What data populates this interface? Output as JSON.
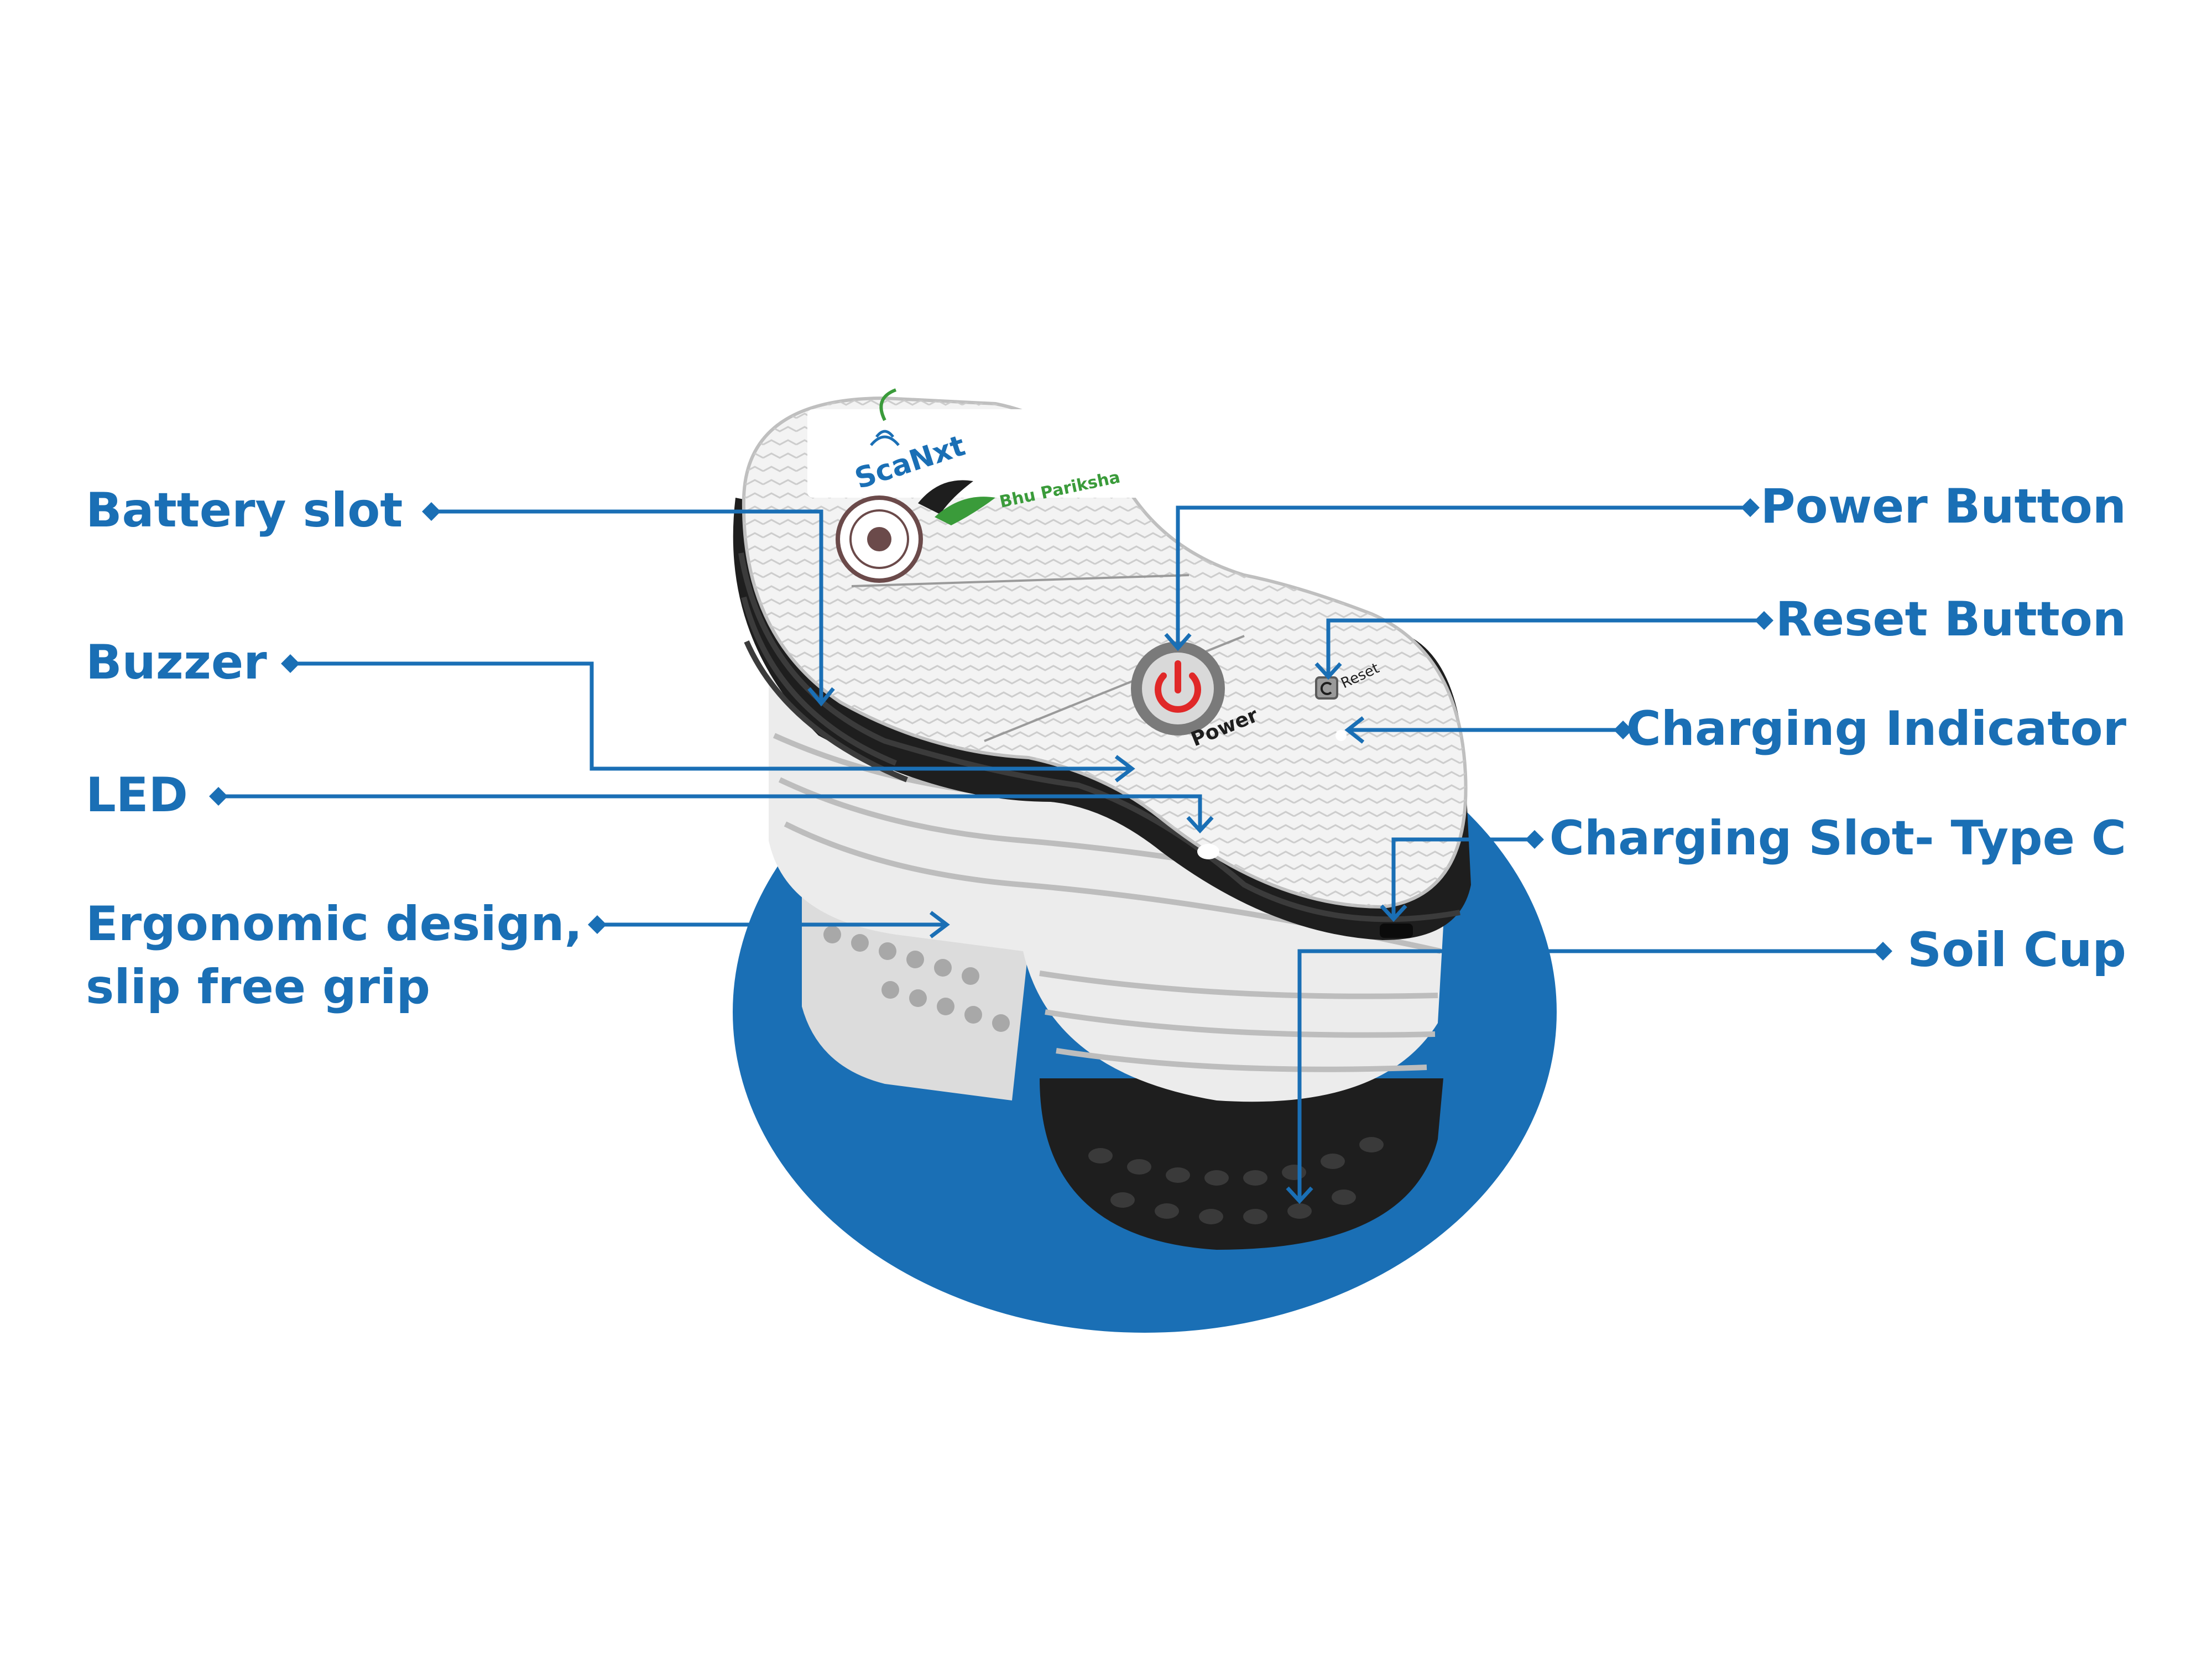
{
  "colors": {
    "accent": "#1a6fb5",
    "base_disc": "#1a6fb5",
    "device_black": "#1e1e1e",
    "device_white": "#ececec",
    "panel": "#f2f2f2",
    "power_red": "#e02828"
  },
  "device": {
    "brand_logo": "ScaNxt",
    "product_logo": "Bhu Pariksha",
    "power_label": "Power",
    "reset_label": "Reset",
    "power_icon": "power-icon",
    "reset_icon": "reset-icon"
  },
  "callouts": {
    "left": [
      {
        "label": "Battery slot"
      },
      {
        "label": "Buzzer"
      },
      {
        "label": "LED"
      },
      {
        "label_line1": "Ergonomic design,",
        "label_line2": "slip free grip"
      }
    ],
    "right": [
      {
        "label": "Power Button"
      },
      {
        "label": "Reset Button"
      },
      {
        "label": "Charging Indicator"
      },
      {
        "label": "Charging Slot- Type C"
      },
      {
        "label": "Soil Cup"
      }
    ]
  }
}
